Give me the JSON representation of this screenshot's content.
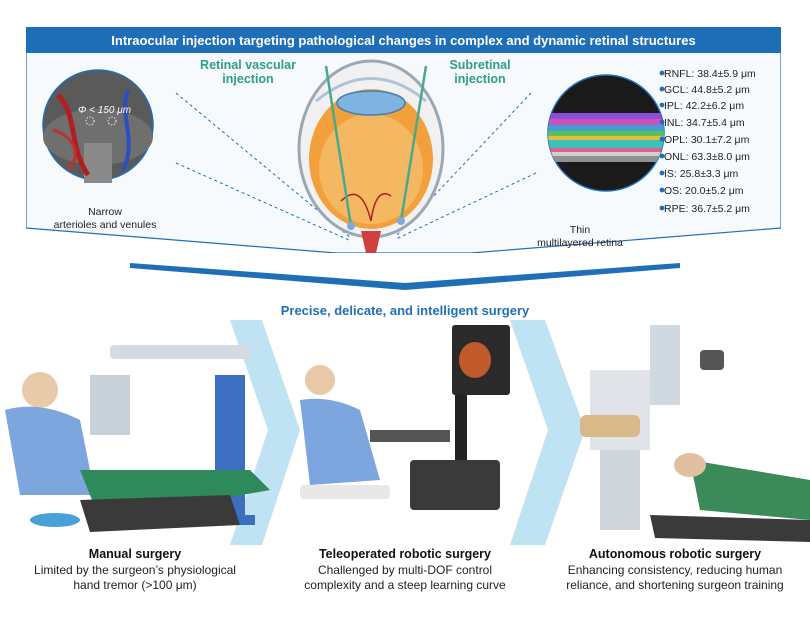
{
  "banner": {
    "title": "Intraocular injection targeting pathological changes in complex and dynamic retinal structures"
  },
  "injections": {
    "vascular": "Retinal vascular\ninjection",
    "subretinal": "Subretinal\ninjection"
  },
  "vessel": {
    "diameter_label": "Φ < 150 μm",
    "caption": "Narrow\narterioles and venules"
  },
  "retina": {
    "caption": "Thin\nmultilayered retina",
    "layers": [
      {
        "label": "RNFL: 38.4±5.9 μm",
        "color": "#8a4fd6"
      },
      {
        "label": "GCL: 44.8±5.2 μm",
        "color": "#d04fb8"
      },
      {
        "label": "IPL: 42.2±6.2 μm",
        "color": "#3fa0d6"
      },
      {
        "label": "INL: 34.7±5.4 μm",
        "color": "#5bbf5b"
      },
      {
        "label": "OPL: 30.1±7.2 μm",
        "color": "#e0c040"
      },
      {
        "label": "ONL: 63.3±8.0 μm",
        "color": "#3fc0b8"
      },
      {
        "label": "IS: 25.8±3.3 μm",
        "color": "#e06090"
      },
      {
        "label": "OS: 20.0±5.2 μm",
        "color": "#d0d0d0"
      },
      {
        "label": "RPE: 36.7±5.2 μm",
        "color": "#909090"
      }
    ]
  },
  "subtitle": "Precise, delicate, and intelligent surgery",
  "stages": [
    {
      "title": "Manual surgery",
      "desc1": "Limited by the surgeon’s physiological",
      "desc2": "hand tremor (>100 μm)"
    },
    {
      "title": "Teleoperated robotic surgery",
      "desc1": "Challenged by multi-DOF control",
      "desc2": "complexity and a steep learning curve"
    },
    {
      "title": "Autonomous robotic surgery",
      "desc1": "Enhancing consistency, reducing human",
      "desc2": "reliance, and shortening surgeon training"
    }
  ],
  "colors": {
    "accent": "#1f6fb8",
    "injection": "#2e9e86",
    "chevron": "#bfe3f2"
  }
}
